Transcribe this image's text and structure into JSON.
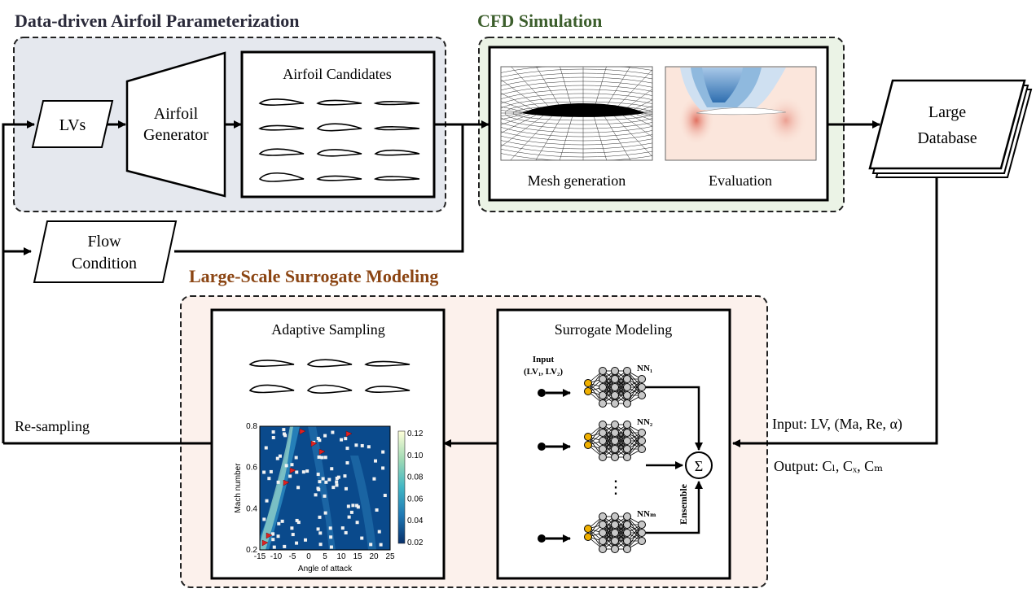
{
  "sections": {
    "param": {
      "title": "Data-driven Airfoil Parameterization"
    },
    "cfd": {
      "title": "CFD Simulation"
    },
    "surrogate": {
      "title": "Large-Scale Surrogate Modeling"
    }
  },
  "nodes": {
    "lvs": "LVs",
    "generator": [
      "Airfoil",
      "Generator"
    ],
    "candidates": "Airfoil Candidates",
    "flow": [
      "Flow",
      "Condition"
    ],
    "mesh": "Mesh generation",
    "evaluation": "Evaluation",
    "database": [
      "Large",
      "Database"
    ],
    "adaptive": "Adaptive Sampling",
    "surrogate_model": "Surrogate Modeling",
    "resampling": "Re-sampling",
    "input_edge": "Input: LV, (Ma, Re, α)",
    "output_edge": "Output: Cₗ, Cₓ, Cₘ"
  },
  "nn": {
    "input_label": [
      "Input",
      "(LV₁, LV₂)"
    ],
    "nets": [
      "NN₁",
      "NN₂",
      "NNₘ"
    ],
    "ellipsis": "⋮",
    "sum_symbol": "Σ",
    "ensemble": "Ensemble"
  },
  "heatmap": {
    "ylabel": "Mach number",
    "xlabel": "Angle of attack",
    "xticks": [
      "-15",
      "-10",
      "-5",
      "0",
      "5",
      "10",
      "15",
      "20",
      "25"
    ],
    "yticks": [
      "0.2",
      "0.4",
      "0.6",
      "0.8"
    ],
    "cbar_ticks": [
      "0.12",
      "0.10",
      "0.08",
      "0.06",
      "0.04",
      "0.02"
    ]
  },
  "colors": {
    "param_bg": "#e5e8ee",
    "cfd_bg": "#ebf3e6",
    "surrogate_bg": "#fcf1ec",
    "cfd_title": "#3c5e2c",
    "surrogate_title": "#8b4513",
    "neuron_input": "#f0b000",
    "neuron_hidden": "#c8c8c8"
  }
}
